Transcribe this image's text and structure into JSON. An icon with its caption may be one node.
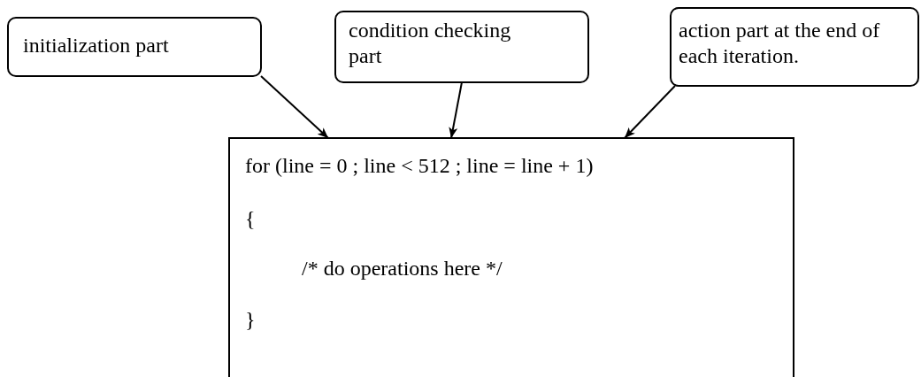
{
  "diagram": {
    "nodes": [
      {
        "text": [
          "initialization part"
        ]
      },
      {
        "text": [
          "condition checking part"
        ]
      },
      {
        "text": [
          "action part at the end of each iteration."
        ]
      },
      {
        "text": [
          "for (line = 0 ; line < 512 ; line = line + 1)",
          "{",
          "/* do operations here */",
          "}"
        ]
      }
    ],
    "edges": [
      {
        "from": 0,
        "to": 3,
        "arrow": "to"
      },
      {
        "from": 1,
        "to": 3,
        "arrow": "to"
      },
      {
        "from": 2,
        "to": 3,
        "arrow": "to"
      }
    ]
  }
}
